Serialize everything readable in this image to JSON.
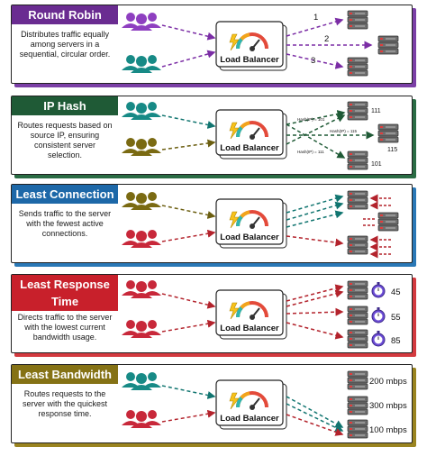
{
  "sections": [
    {
      "key": "rr",
      "title": "Round Robin",
      "description": "Distributes traffic equally among servers in a sequential, circular order.",
      "accent": "#6a2c91",
      "shadow": "#7b3fa6",
      "route_labels": [
        "1",
        "2",
        "3"
      ]
    },
    {
      "key": "iph",
      "title": "IP Hash",
      "description": "Routes requests based on source IP, ensuring consistent server selection.",
      "accent": "#1f5a36",
      "shadow": "#2a6c44",
      "hash_labels": [
        "Hash(IP) = 101",
        "Hash(IP) = 115",
        "Hash(IP) = 111"
      ],
      "server_labels": [
        "111",
        "115",
        "101"
      ]
    },
    {
      "key": "lc",
      "title": "Least Connection",
      "description": "Sends traffic to the server with the fewest active connections.",
      "accent": "#1d68a8",
      "shadow": "#2a78b6"
    },
    {
      "key": "lrt",
      "title": "Least Response Time",
      "description": "Directs traffic to the server with the lowest current bandwidth usage.",
      "accent": "#c8202b",
      "shadow": "#d33a3f",
      "response_labels": [
        "45",
        "55",
        "85"
      ]
    },
    {
      "key": "lb",
      "title": "Least Bandwidth",
      "description": "Routes requests to the server with the quickest response time.",
      "accent": "#857215",
      "shadow": "#9a8420",
      "bandwidth_labels": [
        "200 mbps",
        "300 mbps",
        "100 mbps"
      ]
    }
  ],
  "load_balancer_label": "Load Balancer",
  "colors": {
    "purple": "#8e3fc0",
    "teal": "#178a86",
    "olive": "#7a6a12",
    "red": "#c8283a",
    "green": "#2e6b3d",
    "blue": "#1d68a8",
    "clock": "#6b4bd6"
  }
}
